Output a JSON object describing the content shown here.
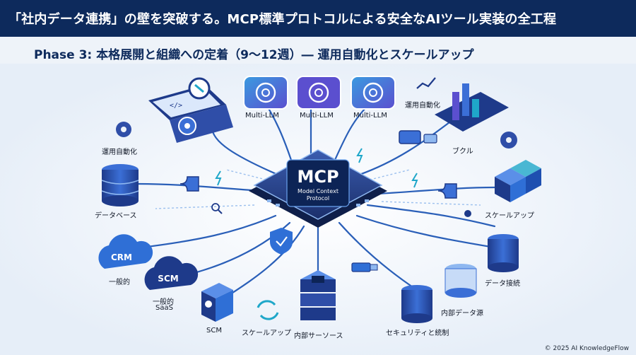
{
  "header": {
    "title": "「社内データ連携」の壁を突破する。MCP標準プロトコルによる安全なAIツール実装の全工程",
    "subtitle": "Phase 3: 本格展開と組織への定着（9〜12週）― 運用自動化とスケールアップ"
  },
  "hub": {
    "main": "MCP",
    "sub1": "Model Context",
    "sub2": "Protocol"
  },
  "llm_cards": [
    {
      "label": "Multi-LLM"
    },
    {
      "label": "Multi-LLM"
    },
    {
      "label": "Multi-LLM"
    }
  ],
  "labels": {
    "automation_left": "運用自動化",
    "automation_right": "運用自動化",
    "database": "データベース",
    "block": "ブクル",
    "scaleup_right": "スケールアップ",
    "crm": "CRM",
    "general1": "一般的",
    "scm_cloud": "SCM",
    "general2": "一般的",
    "saas": "SaaS",
    "scm_bottom": "SCM",
    "scaleup_bottom": "スケールアップ",
    "internal_resource": "内部サーソース",
    "security": "セキュリティと統制",
    "internal_data": "内部データ源",
    "data_connect": "データ接続"
  },
  "footer": {
    "copyright": "© 2025 AI KnowledgeFlow"
  },
  "colors": {
    "navy": "#0d2a5c",
    "blue": "#2f6fd6",
    "light_blue": "#8fb8f0",
    "purple": "#5b4fcf",
    "teal": "#1fa7c9",
    "background": "#eef3f9"
  }
}
